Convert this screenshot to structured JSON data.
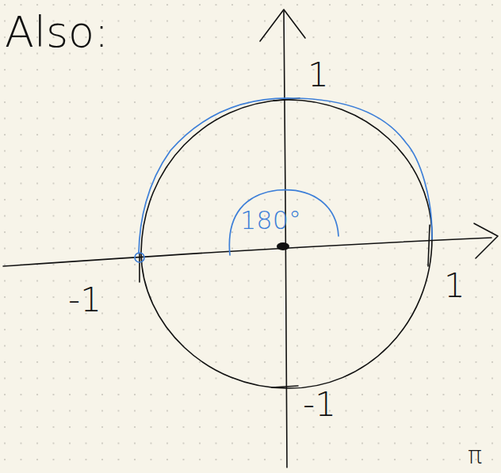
{
  "diagram": {
    "title": "Also:",
    "labels": [
      "1",
      "180°",
      "1",
      "-1",
      "-1",
      "π"
    ]
  }
}
